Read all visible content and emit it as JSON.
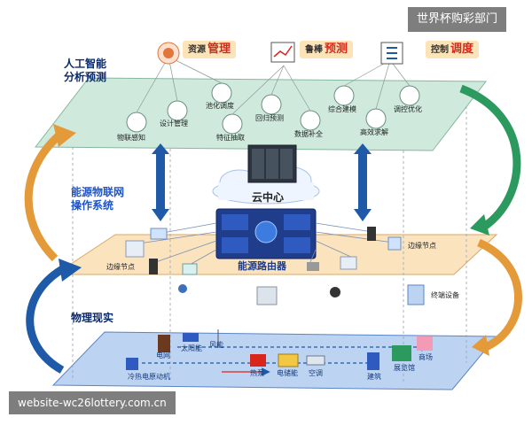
{
  "watermarks": {
    "top": "世界杯购彩部门",
    "bottom": "website-wc26lottery.com.cn"
  },
  "layers": {
    "top": {
      "title_line1": "人工智能",
      "title_line2": "分析预测",
      "categories": [
        {
          "prefix": "资源",
          "emph": "管理"
        },
        {
          "prefix": "鲁棒",
          "emph": "预测"
        },
        {
          "prefix": "控制",
          "emph": "调度"
        }
      ],
      "functions": [
        "物联感知",
        "设计管理",
        "池化调度",
        "特征抽取",
        "回归预测",
        "数据补全",
        "综合建模",
        "高效求解",
        "调控优化"
      ]
    },
    "middle": {
      "title_line1": "能源物联网",
      "title_line2": "操作系统",
      "cloud": "云中心",
      "router": "能源路由器",
      "edge_left": "边缘节点",
      "edge_right": "边缘节点",
      "terminal": "终端设备"
    },
    "bottom": {
      "title": "物理现实",
      "items": [
        "电网",
        "太阳能",
        "风能",
        "冷热电原动机",
        "热泵",
        "电储能",
        "空调",
        "建筑",
        "展览馆",
        "商场"
      ]
    }
  },
  "colors": {
    "top_plane": "#cfeadc",
    "mid_plane": "#fbe3bd",
    "bottom_plane": "#bcd3f2",
    "arrow_blue": "#1e5aa8",
    "arrow_green": "#2c9a5e",
    "arrow_orange": "#e59a3a",
    "accent_red": "#d9261c"
  }
}
